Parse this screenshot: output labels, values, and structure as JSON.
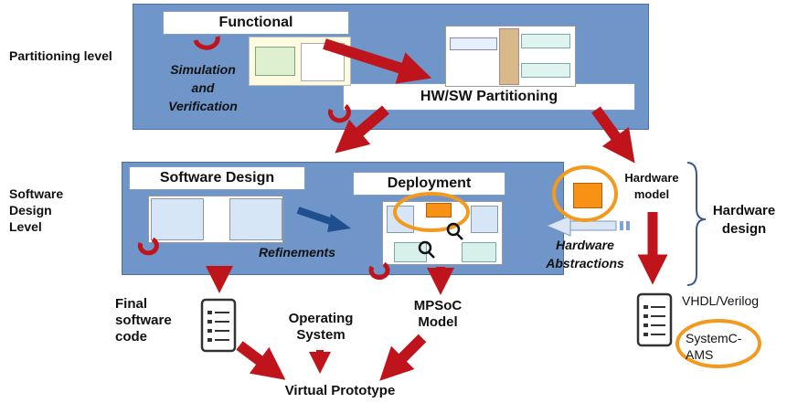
{
  "levels": {
    "partitioning": "Partitioning level",
    "software_design": "Software Design Level"
  },
  "boxes": {
    "functional": "Functional",
    "hwsw": "HW/SW Partitioning",
    "software_design": "Software Design",
    "deployment": "Deployment"
  },
  "labels": {
    "simulation": "Simulation and Verification",
    "refinements": "Refinements",
    "hardware_abstractions": "Hardware Abstractions",
    "hardware_model": "Hardware model",
    "hardware_design": "Hardware design",
    "final_software_code": "Final software code",
    "operating_system": "Operating System",
    "mpsoc_model": "MPSoC Model",
    "vhdl_verilog": "VHDL/Verilog",
    "systemc_ams": "SystemC-AMS",
    "virtual_prototype": "Virtual Prototype"
  },
  "colors": {
    "panel": "#6f95c9",
    "arrow_red": "#c0141c",
    "arrow_blue": "#1f4f8f",
    "highlight_orange": "#f39a1e",
    "hardware_box": "#f79214"
  }
}
